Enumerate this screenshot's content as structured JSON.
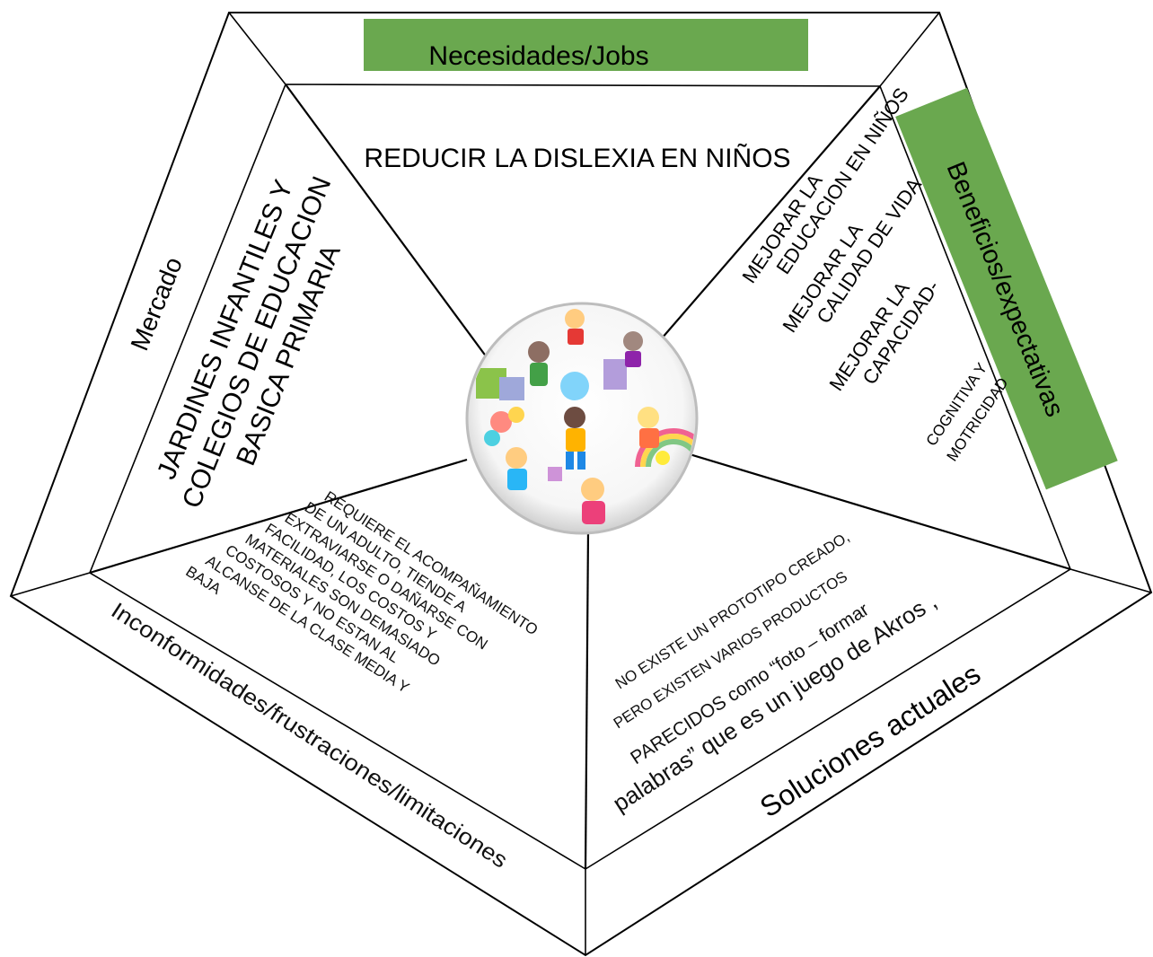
{
  "colors": {
    "banner_green": "#6aa84f",
    "line": "#000000",
    "background": "#ffffff"
  },
  "headers": {
    "top": "Necesidades/Jobs",
    "right": "Beneficios/expectativas",
    "left": "Mercado",
    "bottom_left": "Inconformidades/frustraciones/limitaciones",
    "bottom_right": "Soluciones actuales"
  },
  "sections": {
    "jobs": "REDUCIR LA DISLEXIA EN NIÑOS",
    "market_lines": [
      "JARDINES INFANTILES Y",
      "COLEGIOS DE EDUCACION",
      "BASICA PRIMARIA"
    ],
    "benefits_lines": [
      "MEJORAR LA",
      "EDUCACION EN NIÑOS",
      "MEJORAR LA",
      "CALIDAD DE VIDA",
      "MEJORAR LA",
      "CAPACIDAD-",
      "COGNITIVA Y",
      "MOTRICIDAD"
    ],
    "frustrations_lines": [
      "REQUIERE EL ACOMPAÑAMIENTO",
      "DE UN ADULTO, TIENDE A",
      "EXTRAVIARSE O DAÑARSE CON",
      "FACILIDAD, LOS COSTOS Y",
      "MATERIALES SON DEMASIADO",
      "COSTOSOS Y NO ESTAN AL",
      "ALCANSE DE LA CLASE MEDIA Y",
      "BAJA"
    ],
    "solutions_lines": [
      "NO EXISTE UN PROTOTIPO CREADO,",
      "PERO EXISTEN VARIOS PRODUCTOS",
      "PARECIDOS como “foto – formar",
      "palabras” que es un juego de Akros ,"
    ]
  }
}
